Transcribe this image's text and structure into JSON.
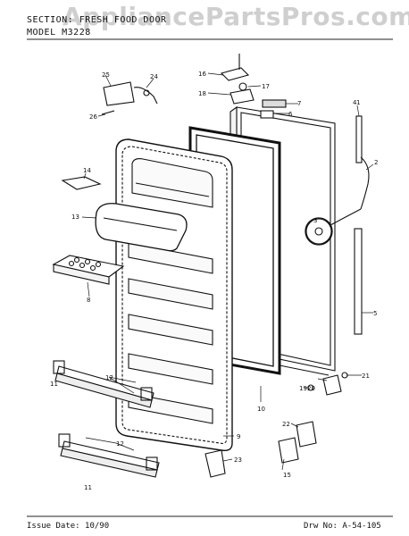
{
  "watermark": "AppliancePartsPros.com",
  "header": {
    "section_label": "SECTION:",
    "section_value": "FRESH FOOD DOOR",
    "model_label": "MODEL",
    "model_value": "M3228"
  },
  "footer": {
    "issue_date_label": "Issue Date:",
    "issue_date_value": "10/90",
    "drw_no_label": "Drw No:",
    "drw_no_value": "A-54-105"
  },
  "callouts": [
    "1",
    "2",
    "3",
    "4",
    "5",
    "6",
    "7",
    "8",
    "9",
    "10",
    "11",
    "11",
    "12",
    "12",
    "13",
    "14",
    "15",
    "16",
    "17",
    "18",
    "19",
    "20",
    "21",
    "22",
    "23",
    "24",
    "25",
    "26"
  ]
}
